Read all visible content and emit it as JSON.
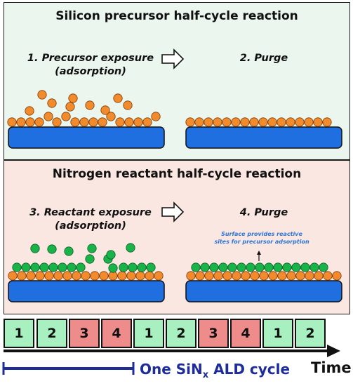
{
  "silicon_panel": {
    "title": "Silicon precursor half-cycle reaction",
    "step1": {
      "line1": "1. Precursor exposure",
      "line2": "(adsorption)"
    },
    "step2": "2. Purge"
  },
  "nitrogen_panel": {
    "title": "Nitrogen reactant half-cycle reaction",
    "step3": {
      "line1": "3. Reactant exposure",
      "line2": "(adsorption)"
    },
    "step4": "4. Purge",
    "note": {
      "line1": "Surface provides reactive",
      "line2": "sites for precursor adsorption"
    }
  },
  "timeline": {
    "steps": [
      "1",
      "2",
      "3",
      "4",
      "1",
      "2",
      "3",
      "4",
      "1",
      "2"
    ],
    "cycle_label": {
      "prefix": "One SiN",
      "sub": "x",
      "suffix": " ALD cycle"
    },
    "axis_label": "Time"
  },
  "colors": {
    "silicon_panel_bg": "#ebf6ef",
    "nitrogen_panel_bg": "#fbe7e2",
    "substrate": "#1f6fe0",
    "precursor": "#f28a2e",
    "reactant": "#19b34a",
    "step_box_silicon": "#a8f0c0",
    "step_box_nitrogen": "#ee8b8b",
    "cycle_bar": "#1e2d9a"
  }
}
